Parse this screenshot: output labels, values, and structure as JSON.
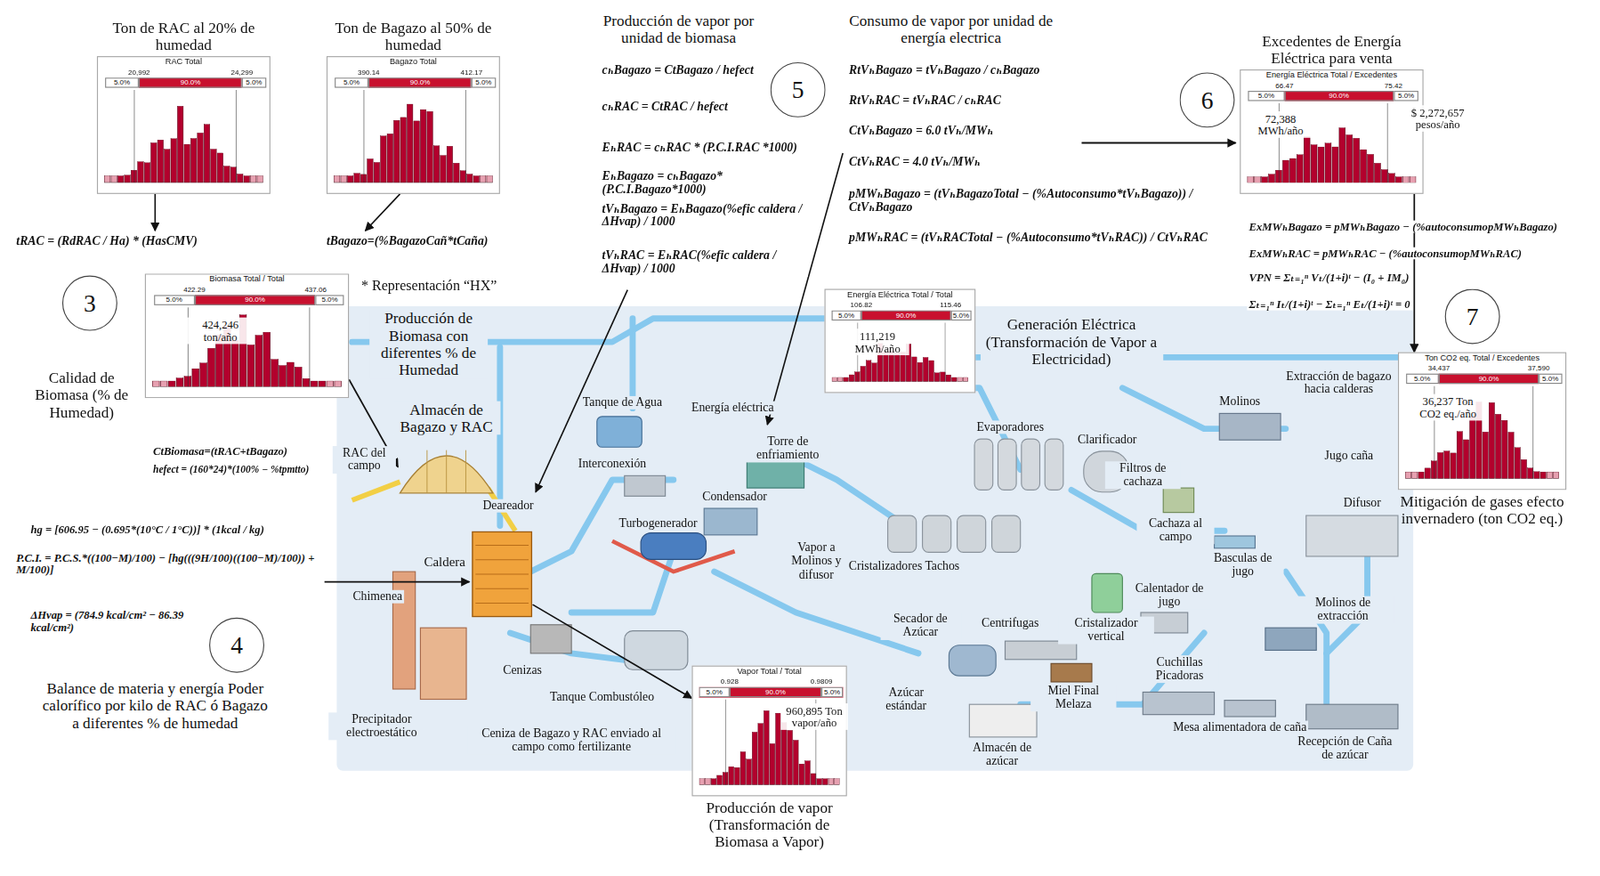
{
  "diagram": {
    "nodes": [
      {
        "text": [
          "Ton de RAC al 20% de humedad",
          "RAC Total",
          "20,992",
          "5.0%",
          "90.0%",
          "5.0%",
          "24,299"
        ]
      },
      {
        "text": [
          "Ton de Bagazo al 50% de humedad",
          "Bagazo Total",
          "390.14",
          "5.0%",
          "90.0%",
          "5.0%",
          "412.17"
        ]
      },
      {
        "text": [
          "3"
        ]
      },
      {
        "text": [
          "Biomasa Total / Total",
          "422.29",
          "5.0%",
          "90.0%",
          "5.0%",
          "437.06",
          "424,246 ton/año"
        ]
      },
      {
        "text": [
          "4"
        ]
      },
      {
        "text": [
          "5"
        ]
      },
      {
        "text": [
          "Energía Eléctrica Total / Total",
          "106.82",
          "5.0%",
          "90.0%",
          "5.0%",
          "115.46",
          "111,219 MWh/año"
        ]
      },
      {
        "text": [
          "6"
        ]
      },
      {
        "text": [
          "Excedentes de Energía Eléctrica para venta",
          "Energía Eléctrica Total / Excedentes",
          "66.47",
          "5.0%",
          "90.0%",
          "5.0%",
          "75.42",
          "72,388 MWh/año",
          "$ 2,272,657 pesos/año"
        ]
      },
      {
        "text": [
          "7"
        ]
      },
      {
        "text": [
          "Ton CO2 eq. Total / Excedentes",
          "34,437",
          "5.0%",
          "90.0%",
          "5.0%",
          "37,590",
          "36,237 Ton CO2 eq./año",
          "Mitigación de gases efecto invernadero (ton CO2 eq.)"
        ]
      },
      {
        "text": [
          "Vapor Total / Total",
          "0.928",
          "5.0%",
          "90.0%",
          "5.0%",
          "0.9809",
          "960,895 Ton vapor/año",
          "Producción de vapor (Transformación de Biomasa a Vapor)"
        ]
      },
      {
        "text": [
          "Almacén de Bagazo y RAC"
        ]
      },
      {
        "text": [
          "Caldera"
        ]
      }
    ],
    "edges": [
      {
        "from": 3,
        "to": 12,
        "arrow": "to"
      },
      {
        "from": 13,
        "to": 11,
        "arrow": "to"
      },
      {
        "from": 8,
        "to": 10,
        "arrow": "to"
      }
    ],
    "labels": [
      "tRAC = (RdRAC / Ha) * (HasCMV)",
      "tBagazo=(%BagazoCañ*tCaña)",
      "* Representación “HX”",
      "Calidad de Biomasa (% de Humedad)",
      "Producción de Biomasa con diferentes % de Humedad",
      "CtBiomasa=(tRAC+tBagazo)",
      "hefect = (160*24)*(100% − %tpmtto)",
      "hg = [606.95 − (0.695*(10°C / 1°C))] * (1kcal / kg)",
      "P.C.I. = P.C.S.*((100−M)/100) − [hg(((9H/100)((100−M)/100)) + M/100)]",
      "ΔHvap = (784.9 kcal/cm² − 86.39 kcal/cm²)",
      "Balance de materia y energía Poder calorífico por kilo de RAC ó Bagazo a diferentes % de humedad",
      "Producción de vapor por unidad de biomasa",
      "cₕBagazo = CtBagazo / hefect",
      "cₕRAC = CtRAC / hefect",
      "EₕRAC = cₕRAC * (P.C.I.RAC *1000)",
      "EₕBagazo = cₕBagazo*(P.C.I.Bagazo*1000)",
      "tVₕBagazo = EₕBagazo(%efic caldera / ΔHvap) / 1000",
      "tVₕRAC = EₕRAC(%efic caldera / ΔHvap) / 1000",
      "Consumo de vapor por unidad de energía electrica",
      "RtVₕBagazo = tVₕBagazo / cₕBagazo",
      "RtVₕRAC = tVₕRAC / cₕRAC",
      "CtVₕBagazo = 6.0 tVₕ/MWₕ",
      "CtVₕRAC = 4.0 tVₕ/MWₕ",
      "pMWₕBagazo = (tVₕBagazoTotal − (%Autoconsumo*tVₕBagazo)) / CtVₕBagazo",
      "pMWₕRAC = (tVₕRACTotal − (%Autoconsumo*tVₕRAC)) / CtVₕRAC",
      "Generación Eléctrica (Transformación de Vapor a Electricidad)",
      "ExMWₕBagazo = pMWₕBagazo − (%autoconsumopMWₕBagazo)",
      "ExMWₕRAC = pMWₕRAC − (%autoconsumopMWₕRAC)",
      "VPN = Σₜ₌₁ⁿ Vₜ/(1+i)ᵗ − (I₀ + IM₀)",
      "Σₜ₌₁ⁿ Iₜ/(1+i)ᵗ − Σₜ₌₁ⁿ Eₜ/(1+i)ᵗ = 0",
      "RAC del campo",
      "Tanque de Agua",
      "Energía eléctrica",
      "Interconexión",
      "Torre de enfriamiento",
      "Deareador",
      "Condensador",
      "Turbogenerador",
      "Vapor a Molinos y difusor",
      "Chimenea",
      "Cenizas",
      "Tanque Combustóleo",
      "Precipitador electroestático",
      "Ceniza de Bagazo y RAC enviado al campo como fertilizante",
      "Evaporadores",
      "Clarificador",
      "Filtros de cachaza",
      "Cachaza al campo",
      "Molinos",
      "Extracción de bagazo hacia calderas",
      "Jugo caña",
      "Difusor",
      "Basculas de jugo",
      "Calentador de jugo",
      "Cristalizadores Tachos",
      "Secador de Azúcar",
      "Centrifugas",
      "Cristalizador vertical",
      "Miel Final Melaza",
      "Molinos de extracción",
      "Cuchillas Picadoras",
      "Mesa alimentadora de caña",
      "Recepción de Caña de azúcar",
      "Azúcar estándar",
      "Almacén de azúcar"
    ]
  }
}
